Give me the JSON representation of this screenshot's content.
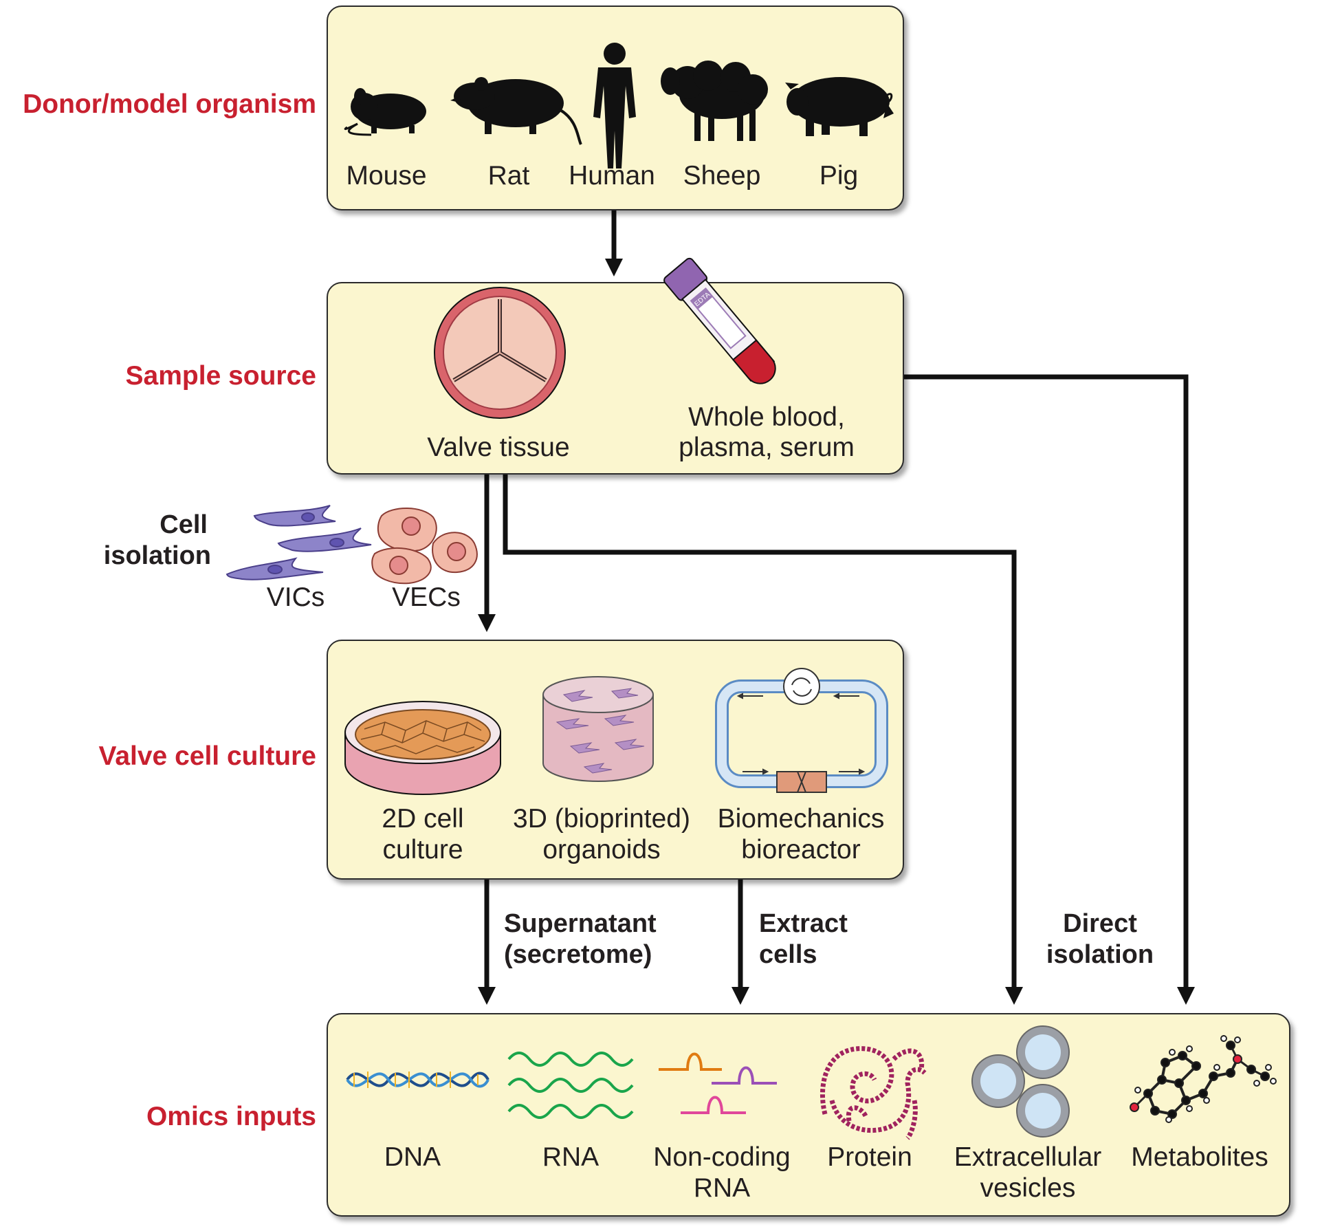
{
  "stages": {
    "donor": "Donor/model organism",
    "sample": "Sample source",
    "culture": "Valve cell culture",
    "omics": "Omics inputs"
  },
  "organisms": [
    "Mouse",
    "Rat",
    "Human",
    "Sheep",
    "Pig"
  ],
  "samples": {
    "valve": "Valve tissue",
    "blood_line1": "Whole blood,",
    "blood_line2": "plasma, serum",
    "tube_label": "EDTA"
  },
  "cell_isolation": {
    "title_line1": "Cell",
    "title_line2": "isolation",
    "vics": "VICs",
    "vecs": "VECs"
  },
  "culture": {
    "c2d_line1": "2D cell",
    "c2d_line2": "culture",
    "c3d_line1": "3D (bioprinted)",
    "c3d_line2": "organoids",
    "bio_line1": "Biomechanics",
    "bio_line2": "bioreactor"
  },
  "flows": {
    "supernatant_line1": "Supernatant",
    "supernatant_line2": "(secretome)",
    "extract_line1": "Extract",
    "extract_line2": "cells",
    "direct_line1": "Direct",
    "direct_line2": "isolation"
  },
  "omics": {
    "dna": "DNA",
    "rna": "RNA",
    "ncrna_line1": "Non-coding",
    "ncrna_line2": "RNA",
    "protein": "Protein",
    "ev_line1": "Extracellular",
    "ev_line2": "vesicles",
    "metabolites": "Metabolites"
  },
  "colors": {
    "stage_red": "#c8202f",
    "box_fill": "#fbf6cf",
    "dna_blue": "#1f4e8c",
    "rna_green": "#1aa54b",
    "ncrna_orange": "#e07b12",
    "ncrna_purple": "#9b4fb7",
    "ncrna_pink": "#e0479a",
    "protein_magenta": "#a0235e",
    "vic_purple": "#8d84c9",
    "vec_pink": "#f2b9a8"
  }
}
